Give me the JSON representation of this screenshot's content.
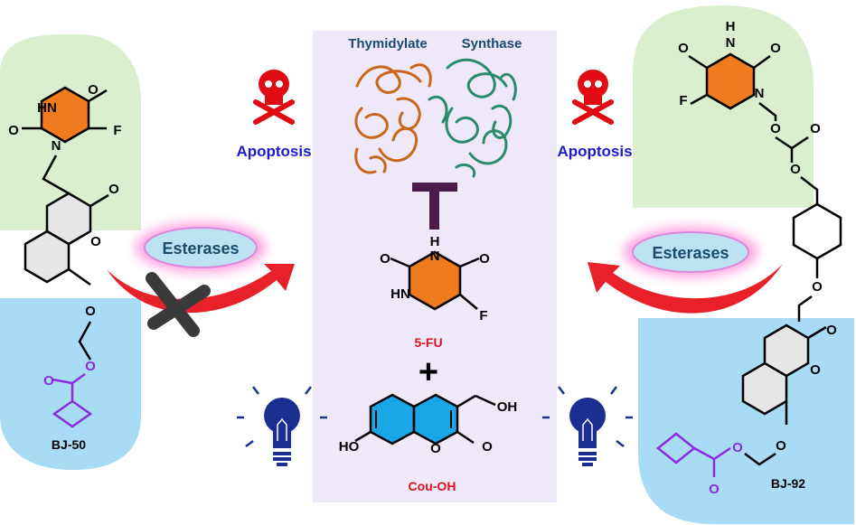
{
  "panel": {
    "enzyme_title_a": "Thymidylate",
    "enzyme_title_b": "Synthase",
    "drug_label": "5-FU",
    "plus_sign": "+",
    "fluor_label": "Cou-OH"
  },
  "left": {
    "compound_label": "BJ-50",
    "enzyme_label": "Esterases",
    "outcome_label": "Apoptosis"
  },
  "right": {
    "compound_label": "BJ-92",
    "enzyme_label": "Esterases",
    "outcome_label": "Apoptosis"
  },
  "atoms": {
    "H": "H",
    "N": "N",
    "O": "O",
    "F": "F",
    "HN": "HN",
    "OH": "OH",
    "HO": "HO"
  },
  "colors": {
    "panel_bg": "#efe8f8",
    "green_bg": "#dbefcf",
    "blue_bg": "#a8dcf4",
    "uracil_orange": "#f07a1e",
    "coumarin_blue": "#1aa7e8",
    "pivaloyl_purple": "#8a2be2",
    "title_blue": "#1a4b6e",
    "apoptosis_blue": "#1a1ad0",
    "label_red": "#e0101e",
    "arrow_red": "#e8202a",
    "inhibit_bar": "#4a1a4a",
    "bulb_navy": "#1a2f8f"
  },
  "icons": [
    "skull-icon",
    "bulb-icon",
    "cross-icon",
    "protein-structure"
  ]
}
